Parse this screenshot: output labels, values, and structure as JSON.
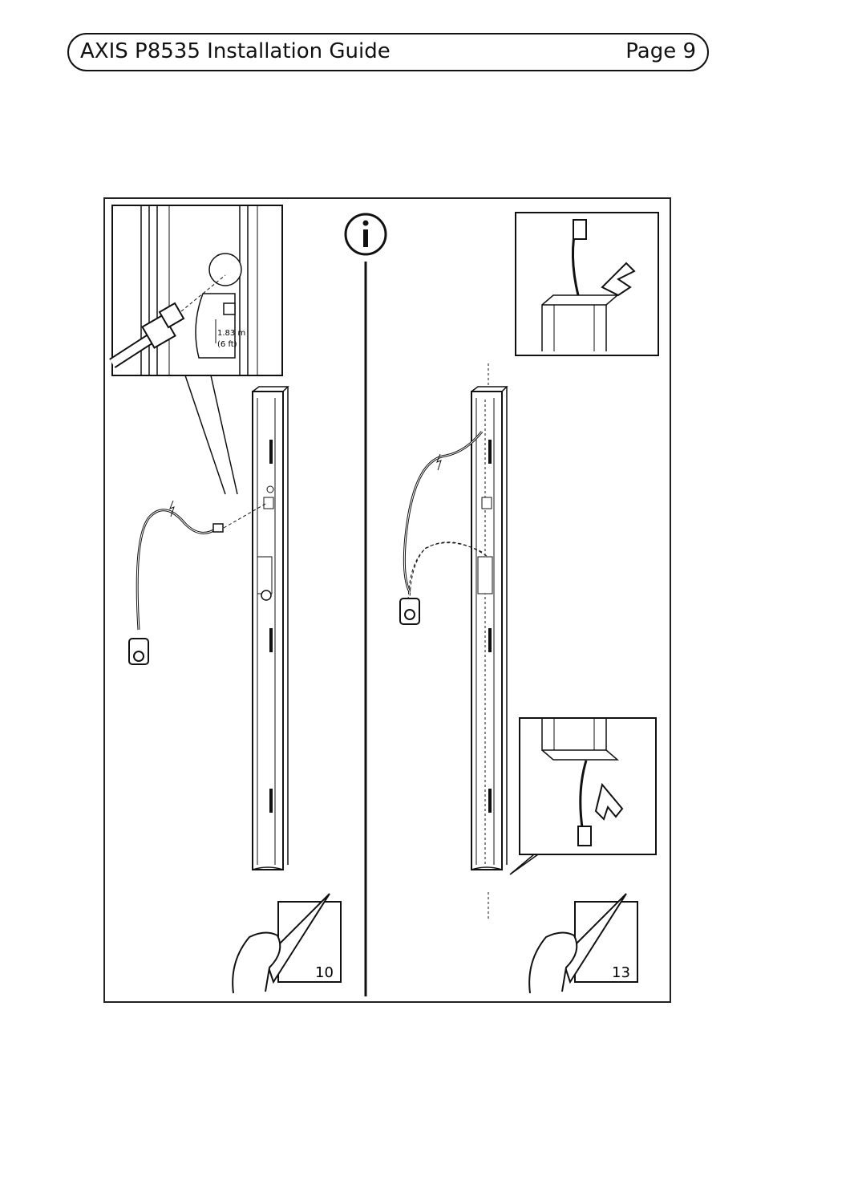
{
  "header": {
    "title": "AXIS P8535 Installation Guide",
    "page": "Page 9"
  },
  "figure": {
    "cable_length_m": "1.83 m",
    "cable_length_ft": "(6 ft)",
    "info_icon": "info-icon",
    "left_next_step": "10",
    "right_next_step": "13"
  },
  "colors": {
    "ink": "#111111",
    "paper": "#ffffff"
  }
}
